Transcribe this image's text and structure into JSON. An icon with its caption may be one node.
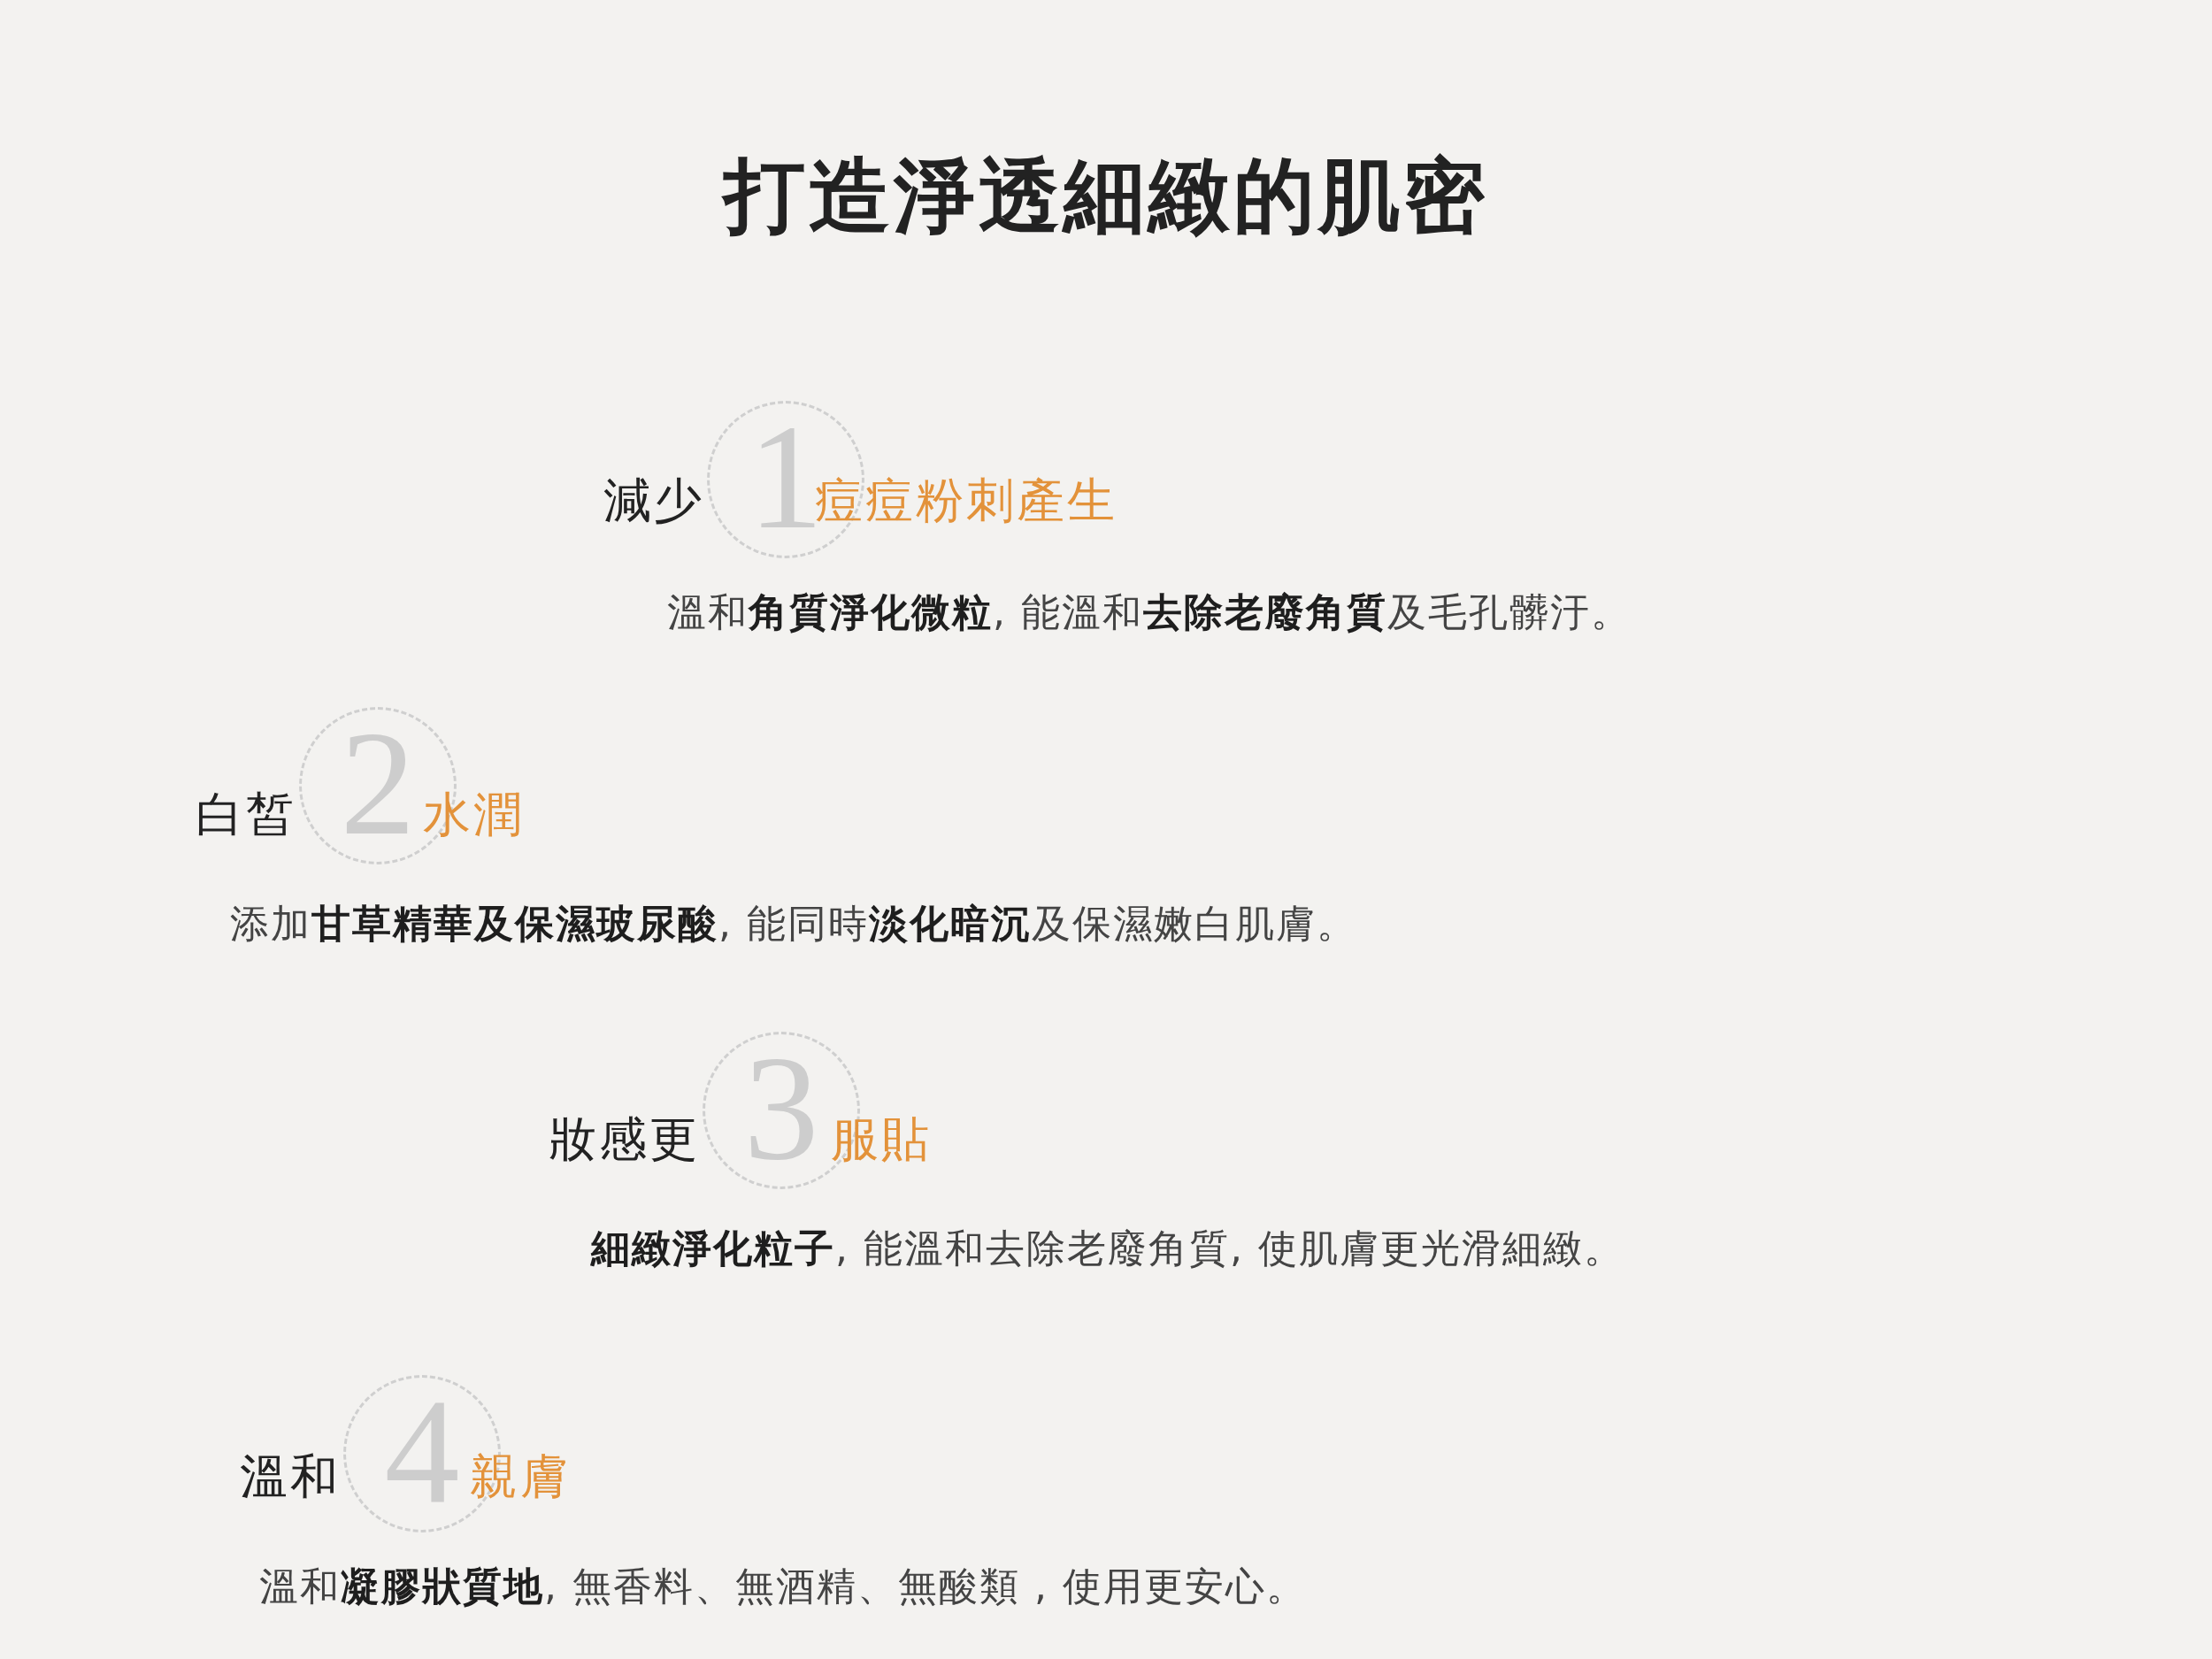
{
  "diagram": {
    "title": "打造淨透細緻的肌密",
    "nodes": [
      {
        "text": [
          "1"
        ],
        "beside": [
          "減少",
          "痘痘粉刺產生",
          "溫和**角質淨化微粒**, 能溫和**去除老廢角質**及毛孔髒汙。"
        ]
      },
      {
        "text": [
          "2"
        ],
        "beside": [
          "白皙",
          "水潤",
          "添加**甘草精華及保濕玻尿酸**, 能同時**淡化暗沉**及保濕嫩白肌膚。"
        ]
      },
      {
        "text": [
          "3"
        ],
        "beside": [
          "妝感更",
          "服貼",
          "**細緻淨化粒子**, 能溫和去除老廢角質, 使肌膚更光滑細緻。"
        ]
      },
      {
        "text": [
          "4"
        ],
        "beside": [
          "溫和",
          "親膚",
          "溫和**凝膠狀質地**, 無香料、無酒精、無酸類 , 使用更安心。"
        ]
      }
    ]
  }
}
